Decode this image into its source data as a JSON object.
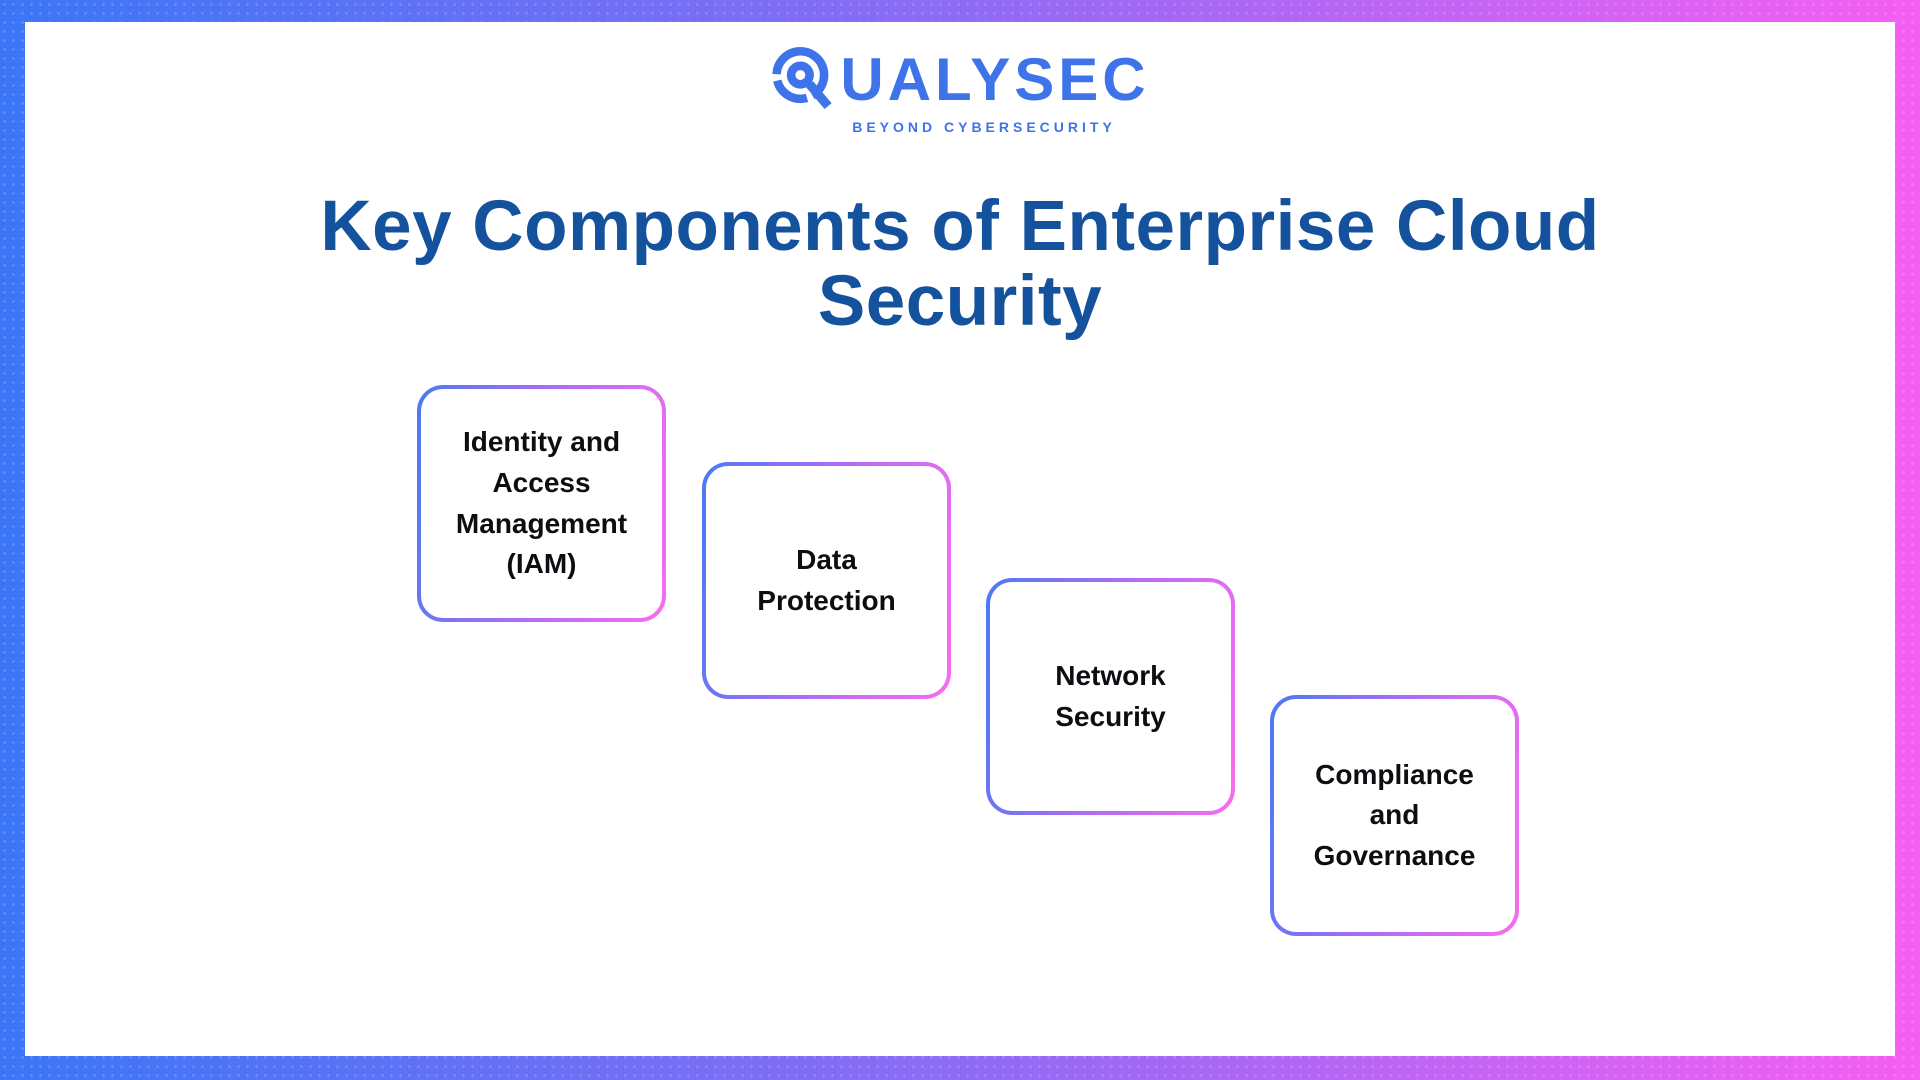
{
  "page": {
    "background": "#ffffff",
    "frame_gradient": [
      "#3b76f6",
      "#8e6bf5",
      "#f65ef2"
    ]
  },
  "logo": {
    "brand": "QUALYSEC",
    "visible_text": "UALYSEC",
    "tagline": "BEYOND CYBERSECURITY",
    "color": "#3e73e9",
    "icon": "qualysec-q-mark-icon"
  },
  "title": {
    "text": "Key Components of Enterprise Cloud\nSecurity",
    "color": "#15529e"
  },
  "components": [
    {
      "label": "Identity and\nAccess\nManagement\n(IAM)"
    },
    {
      "label": "Data\nProtection"
    },
    {
      "label": "Network\nSecurity"
    },
    {
      "label": "Compliance\nand\nGovernance"
    }
  ],
  "card_style": {
    "border_gradient": [
      "#4b7af4",
      "#b16cf4",
      "#f96cf0"
    ],
    "text_color": "#0d0d12"
  }
}
